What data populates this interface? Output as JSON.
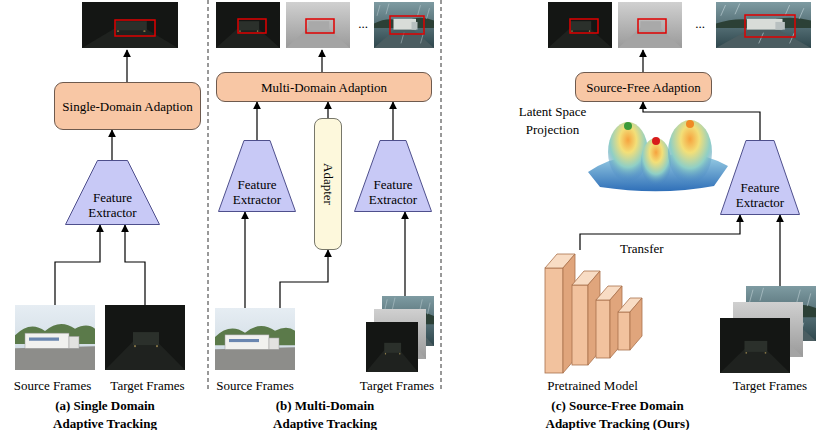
{
  "diagram": {
    "nodes": [
      {
        "text": [
          "Single-Domain Adaption"
        ]
      },
      {
        "text": [
          "Feature Extractor"
        ]
      },
      {
        "text": [
          "Source Frames"
        ]
      },
      {
        "text": [
          "Target Frames"
        ]
      },
      {
        "text": [
          "Multi-Domain Adaption"
        ]
      },
      {
        "text": [
          "Feature Extractor"
        ]
      },
      {
        "text": [
          "Adapter"
        ]
      },
      {
        "text": [
          "Feature Extractor"
        ]
      },
      {
        "text": [
          "Source Frames"
        ]
      },
      {
        "text": [
          "Target Frames"
        ]
      },
      {
        "text": [
          "Source-Free Adaption"
        ]
      },
      {
        "text": [
          "Feature Extractor"
        ]
      },
      {
        "text": [
          "Pretrained Model"
        ]
      },
      {
        "text": [
          "Target Frames"
        ]
      }
    ],
    "edges": [
      {
        "from": 1,
        "to": 0,
        "arrow": "to"
      },
      {
        "from": 2,
        "to": 1,
        "arrow": "to"
      },
      {
        "from": 3,
        "to": 1,
        "arrow": "to"
      },
      {
        "from": 5,
        "to": 4,
        "arrow": "to"
      },
      {
        "from": 6,
        "to": 4,
        "arrow": "to"
      },
      {
        "from": 7,
        "to": 4,
        "arrow": "to"
      },
      {
        "from": 8,
        "to": 5,
        "arrow": "to"
      },
      {
        "from": 8,
        "to": 6,
        "arrow": "to"
      },
      {
        "from": 9,
        "to": 7,
        "arrow": "to"
      },
      {
        "from": 11,
        "to": 10,
        "arrow": "to"
      },
      {
        "from": 12,
        "to": 11,
        "label": "Transfer",
        "arrow": "to"
      },
      {
        "from": 13,
        "to": 11,
        "arrow": "to"
      }
    ],
    "labels": [
      "(a) Single Domain Adaptive Tracking",
      "(b) Multi-Domain Adaptive Tracking",
      "(c) Source-Free Domain Adaptive Tracking (Ours)",
      "Latent Space Projection",
      "...",
      "..."
    ]
  }
}
